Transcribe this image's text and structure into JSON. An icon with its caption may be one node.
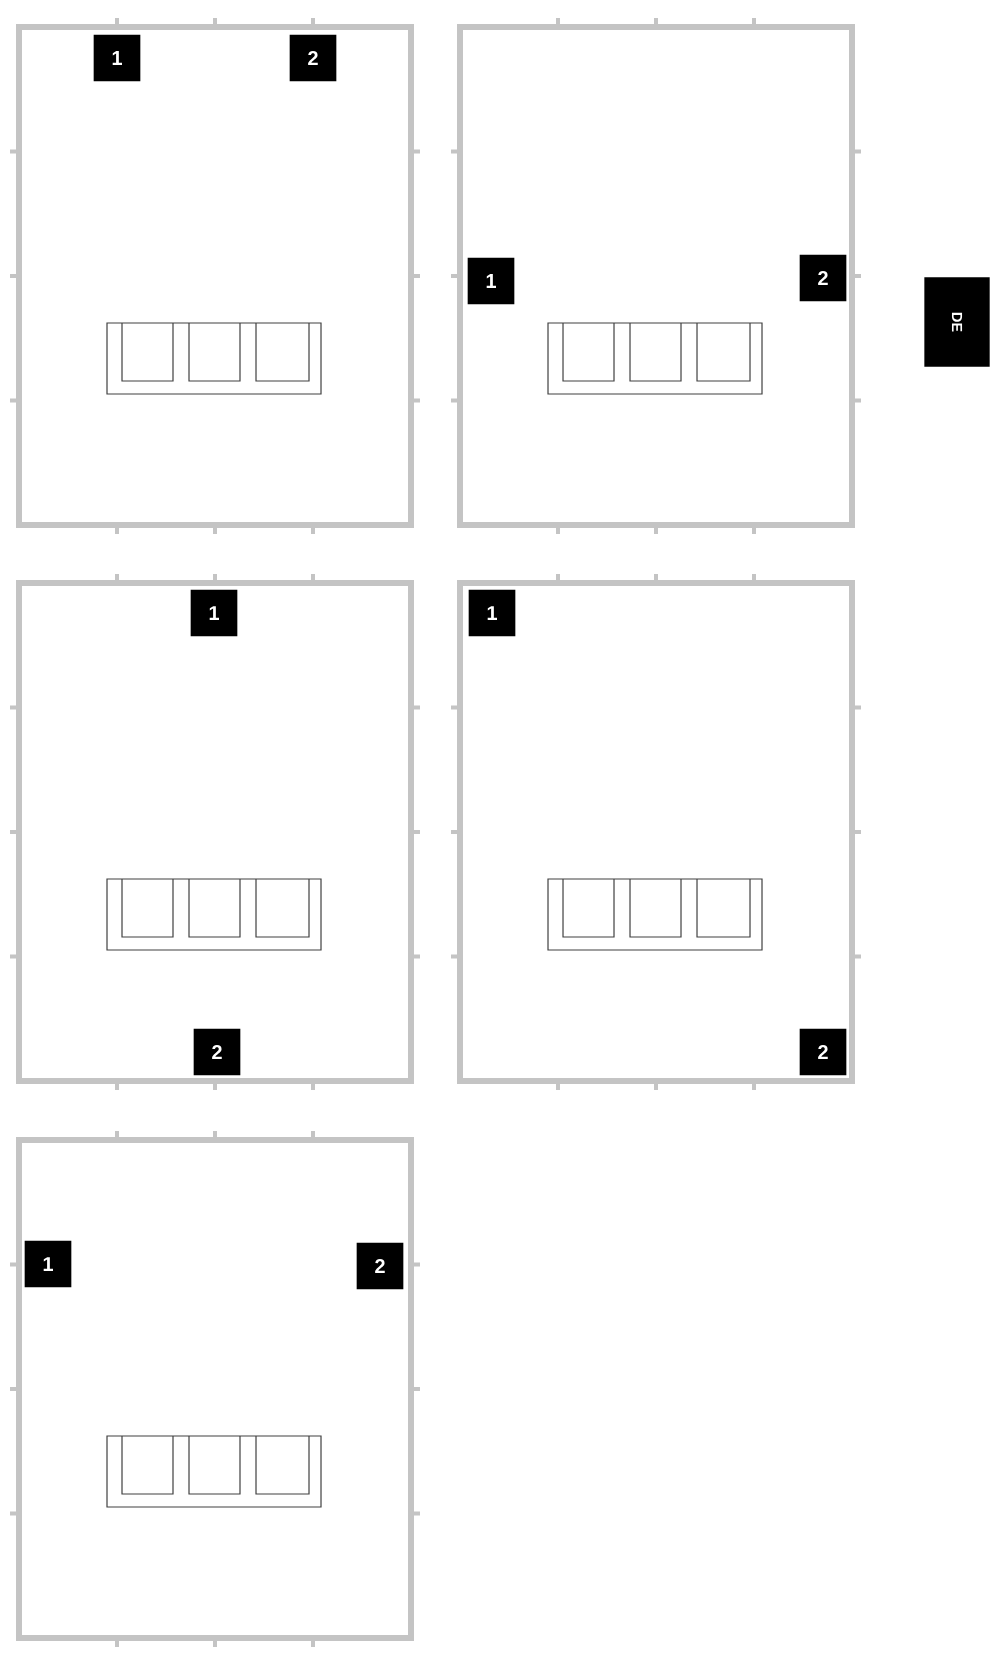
{
  "diagram": {
    "nodes": [
      {
        "text": [],
        "shape": "box"
      },
      {
        "text": [
          "1"
        ],
        "in": 0
      },
      {
        "text": [
          "2"
        ],
        "in": 0
      },
      {
        "text": [],
        "shape": "box"
      },
      {
        "text": [
          "1"
        ],
        "in": 3
      },
      {
        "text": [
          "2"
        ],
        "in": 3
      },
      {
        "text": [],
        "shape": "box"
      },
      {
        "text": [
          "1"
        ],
        "in": 6
      },
      {
        "text": [
          "2"
        ],
        "in": 6
      },
      {
        "text": [],
        "shape": "box"
      },
      {
        "text": [
          "1"
        ],
        "in": 9
      },
      {
        "text": [
          "2"
        ],
        "in": 9
      },
      {
        "text": [],
        "shape": "box"
      },
      {
        "text": [
          "1"
        ],
        "in": 12
      },
      {
        "text": [
          "2"
        ],
        "in": 12
      },
      {
        "text": [
          "DE"
        ]
      }
    ]
  }
}
